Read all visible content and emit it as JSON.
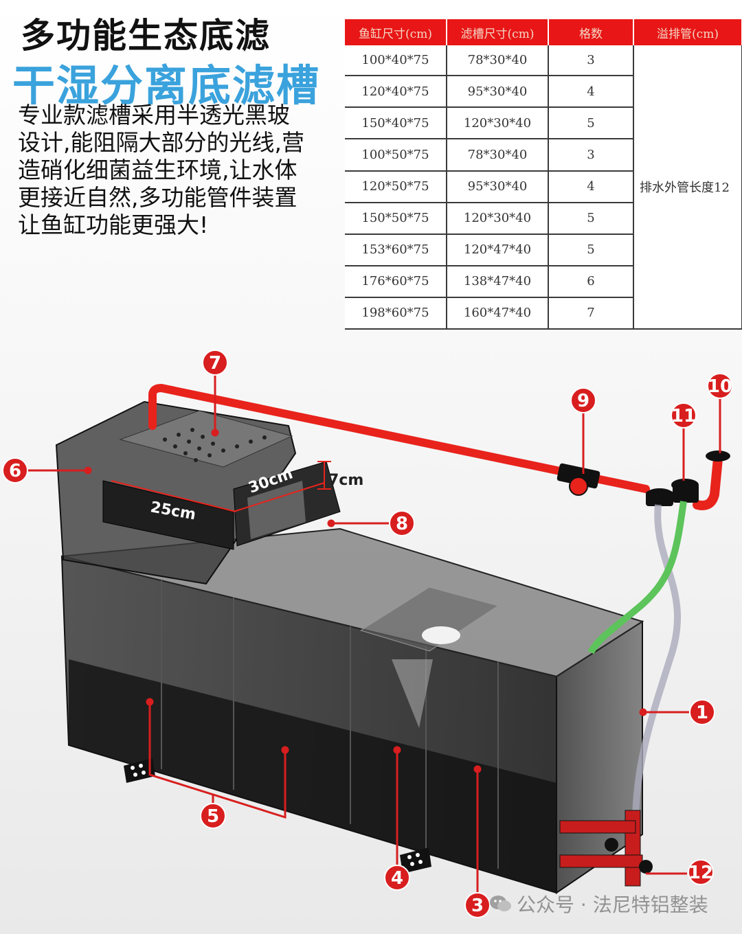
{
  "header": {
    "title": "多功能生态底滤",
    "subtitle": "干湿分离底滤槽",
    "description_lines": [
      "专业款滤槽采用半透光黑玻",
      "设计,能阻隔大部分的光线,营",
      "造硝化细菌益生环境,让水体",
      "更接近自然,多功能管件装置",
      "让鱼缸功能更强大!"
    ]
  },
  "spec_table": {
    "headers": [
      "鱼缸尺寸(cm)",
      "滤槽尺寸(cm)",
      "格数",
      "溢排管(cm)"
    ],
    "rows": [
      [
        "100*40*75",
        "78*30*40",
        "3"
      ],
      [
        "120*40*75",
        "95*30*40",
        "4"
      ],
      [
        "150*40*75",
        "120*30*40",
        "5"
      ],
      [
        "100*50*75",
        "78*30*40",
        "3"
      ],
      [
        "120*50*75",
        "95*30*40",
        "4"
      ],
      [
        "150*50*75",
        "120*30*40",
        "5"
      ],
      [
        "153*60*75",
        "120*47*40",
        "5"
      ],
      [
        "176*60*75",
        "138*47*40",
        "6"
      ],
      [
        "198*60*75",
        "160*47*40",
        "7"
      ]
    ],
    "drain_note": "排水外管长度12"
  },
  "diagram": {
    "dimensions": {
      "width": "25cm",
      "depth": "30cm",
      "height": "7cm"
    },
    "callouts": [
      "1",
      "3",
      "4",
      "5",
      "6",
      "7",
      "8",
      "9",
      "10",
      "11",
      "12"
    ],
    "colors": {
      "pipe": "#e8231c",
      "callout": "#d81e1e",
      "glass": "#2b2b2b",
      "hose_green": "#5cc45a"
    }
  },
  "watermark": {
    "text": "公众号 · 法尼特铝整装",
    "icon": "wechat-icon"
  }
}
